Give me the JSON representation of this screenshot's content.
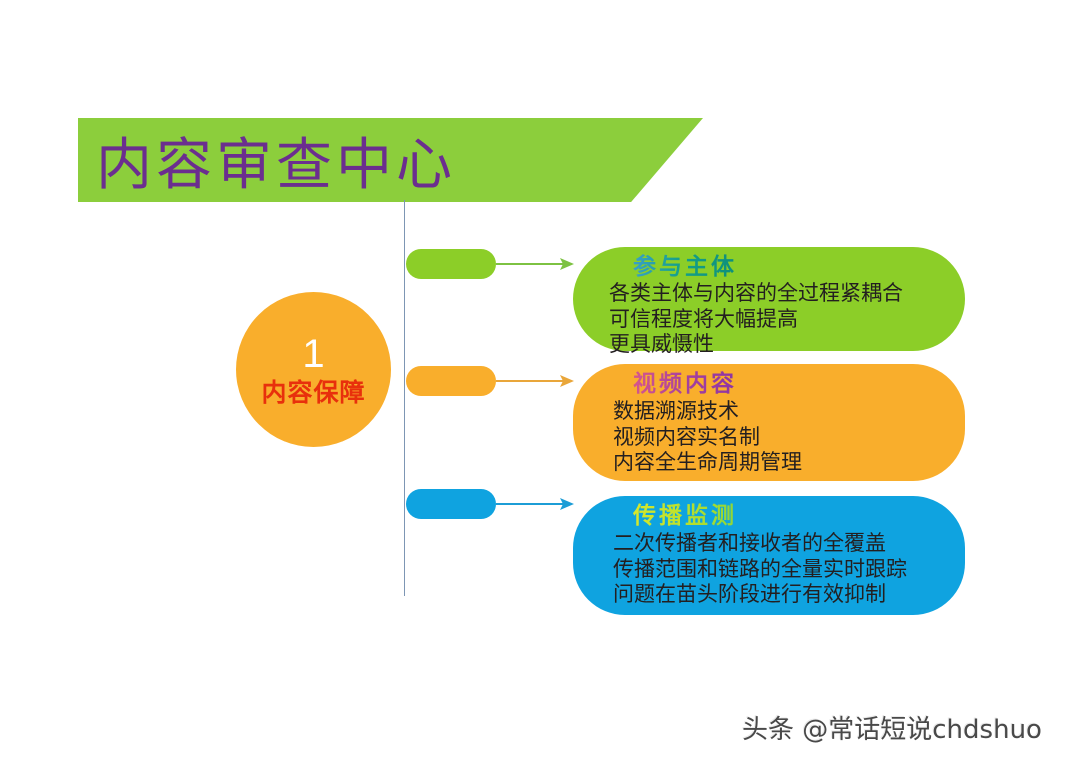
{
  "banner": {
    "title": "内容审查中心",
    "bg_color": "#8CCE3C",
    "text_color": "#6B2E8F"
  },
  "spine": {
    "color": "#7D96B4"
  },
  "circle": {
    "number": "1",
    "label": "内容保障",
    "bg_color": "#F9AE2C",
    "number_color": "#FFFFFF",
    "label_color": "#E8300C"
  },
  "branches": [
    {
      "key": "participants",
      "title": "参与主体",
      "lines": [
        "各类主体与内容的全过程紧耦合",
        "可信程度将大幅提高",
        "更具威慑性"
      ],
      "box_color": "#8CCE28",
      "pill_color": "#8CCE28",
      "arrow_color": "#7DC242",
      "title_gradient_from": "#3AA0C8",
      "title_gradient_to": "#0E8F7A"
    },
    {
      "key": "video-content",
      "title": "视频内容",
      "lines": [
        "数据溯源技术",
        "视频内容实名制",
        "内容全生命周期管理"
      ],
      "box_color": "#F9AE2C",
      "pill_color": "#F9AE2C",
      "arrow_color": "#E9A63A",
      "title_gradient_from": "#D6568C",
      "title_gradient_to": "#8E35A4"
    },
    {
      "key": "propagation-monitoring",
      "title": "传播监测",
      "lines": [
        "二次传播者和接收者的全覆盖",
        "传播范围和链路的全量实时跟踪",
        "问题在苗头阶段进行有效抑制"
      ],
      "box_color": "#0FA3E0",
      "pill_color": "#0FA3E0",
      "arrow_color": "#1C9DD6",
      "title_gradient_from": "#D7E82A",
      "title_gradient_to": "#8ED638"
    }
  ],
  "watermark": {
    "text": "头条 @常话短说chdshuo"
  }
}
